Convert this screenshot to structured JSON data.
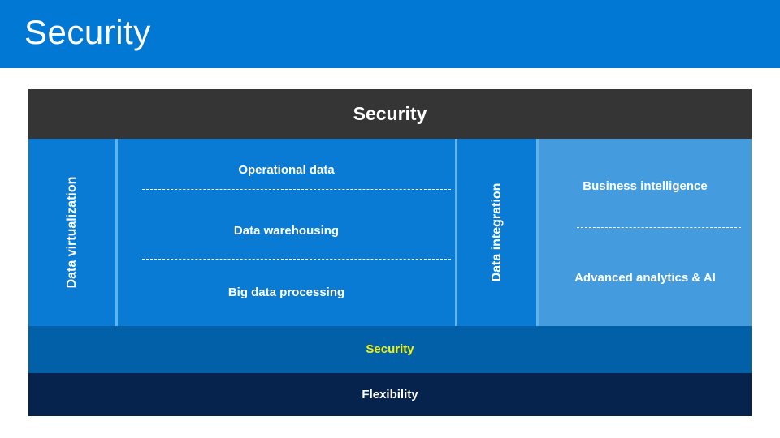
{
  "slide": {
    "title": "Security",
    "accent_color": "#0078D4",
    "background_color": "#FFFFFF"
  },
  "diagram": {
    "header": {
      "label": "Security",
      "background_color": "#353535",
      "text_color": "#FFFFFF"
    },
    "columns": [
      {
        "id": "data-virtualization",
        "orientation": "vertical-label",
        "label": "Data virtualization",
        "background_color": "#0A7BD4",
        "text_color": "#FFFFFF"
      },
      {
        "id": "operational-stack",
        "orientation": "stacked-cells",
        "background_color": "#0A7BD4",
        "text_color": "#FFFFFF",
        "cells": [
          "Operational data",
          "Data warehousing",
          "Big data processing"
        ]
      },
      {
        "id": "data-integration",
        "orientation": "vertical-label",
        "label": "Data integration",
        "background_color": "#0A7BD4",
        "text_color": "#FFFFFF"
      },
      {
        "id": "analytics-stack",
        "orientation": "stacked-cells",
        "background_color": "#449CDE",
        "text_color": "#FFFFFF",
        "cells": [
          "Business intelligence",
          "Advanced analytics & AI"
        ]
      }
    ],
    "divider_color": "#62B4E8",
    "bands": [
      {
        "id": "security-band",
        "label": "Security",
        "background_color": "#0160A8",
        "text_color": "#F2F20C"
      },
      {
        "id": "flexibility-band",
        "label": "Flexibility",
        "background_color": "#06234E",
        "text_color": "#FFFFFF"
      }
    ]
  }
}
